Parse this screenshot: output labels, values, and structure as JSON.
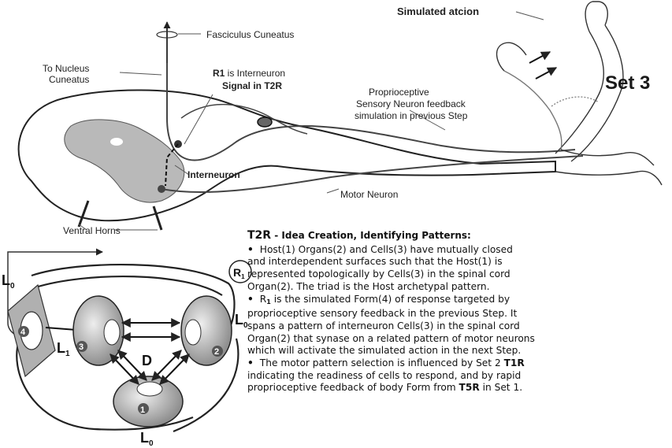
{
  "labels": {
    "simulated_action": "Simulated atcion",
    "fasciculus": "Fasciculus Cuneatus",
    "to_nucleus_1": "To Nucleus",
    "to_nucleus_2": "Cuneatus",
    "r1_a": "R1",
    "r1_b": " is Interneuron",
    "r1_c": "Signal in T2R",
    "proprio_1": "Proprioceptive",
    "proprio_2": "Sensory Neuron feedback",
    "proprio_3": "simulation in previous Step",
    "set": "Set 3",
    "interneuron": "Interneuron",
    "motor_neuron": "Motor Neuron",
    "ventral_horns": "Ventral Horns"
  },
  "topology": {
    "L0": "L",
    "L0_sub": "0",
    "L1": "L",
    "L1_sub": "1",
    "R1": "R",
    "R1_sub": "1",
    "D": "D",
    "n1": "1",
    "n2": "2",
    "n3": "3",
    "n4": "4"
  },
  "text": {
    "heading_main": "T2R",
    "heading_rest": " - Idea Creation, Identifying Patterns:",
    "bullet": "•",
    "p1_l1": "Host(1) Organs(2) and Cells(3) have mutually closed",
    "p1_l2": "and interdependent surfaces such that the Host(1) is",
    "p1_l3": "represented topologically by Cells(3) in the spinal cord",
    "p1_l4": "Organ(2). The triad is the Host archetypal pattern.",
    "p2_r": "R",
    "p2_sub": "1",
    "p2_l1": " is the simulated  Form(4) of response targeted by",
    "p2_l2": "proprioceptive sensory feedback in the previous Step. It",
    "p2_l3": "spans a pattern of interneuron Cells(3) in the spinal cord",
    "p2_l4": "Organ(2) that synase on a related pattern of motor neurons",
    "p2_l5": "which will activate the simulated action in the next Step.",
    "p3_l1a": "The motor pattern selection is influenced by Set 2 ",
    "p3_l1b": "T1R",
    "p3_l2": "indicating the readiness of cells to respond, and by rapid",
    "p3_l3a": "proprioceptive feedback of body Form from ",
    "p3_l3b": "T5R",
    "p3_l3c": " in Set 1."
  }
}
